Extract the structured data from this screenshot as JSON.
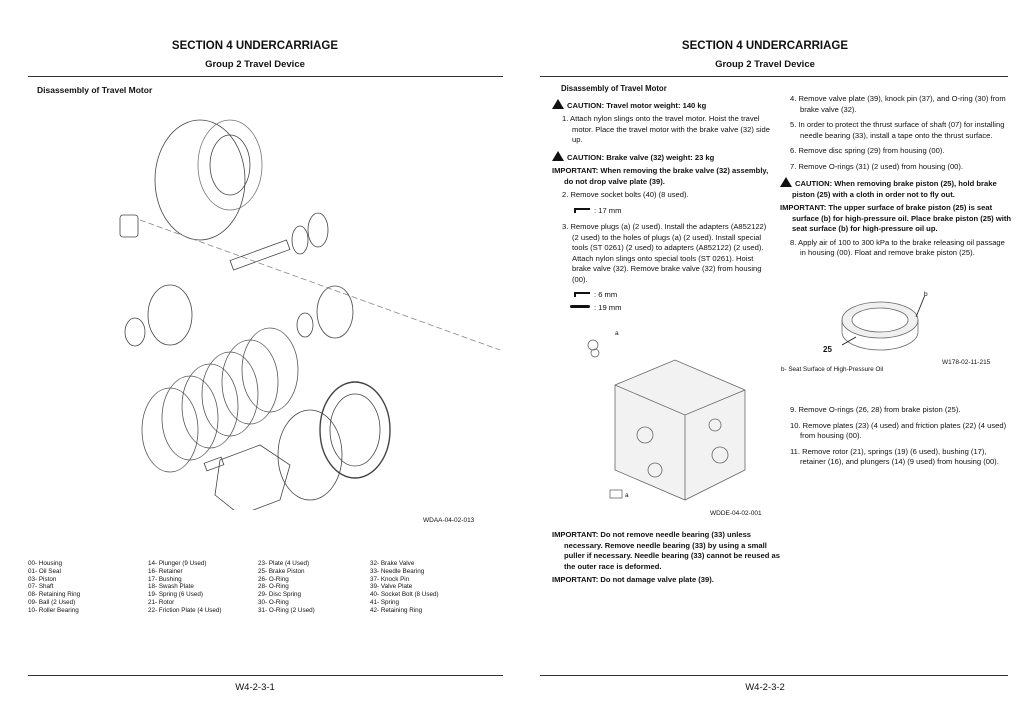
{
  "left_page": {
    "section": "SECTION 4 UNDERCARRIAGE",
    "group": "Group 2 Travel Device",
    "heading": "Disassembly of Travel Motor",
    "figure_id": "WDAA-04-02-013",
    "legend": [
      [
        "00- Housing",
        "01- Oil Seal",
        "03- Piston",
        "07- Shaft",
        "08- Retaining Ring",
        "09- Ball (2 Used)",
        "10- Roller Bearing"
      ],
      [
        "14- Plunger (9 Used)",
        "16- Retainer",
        "17- Bushing",
        "18- Swash Plate",
        "19- Spring (6 Used)",
        "21- Rotor",
        "22- Friction Plate (4 Used)"
      ],
      [
        "23- Plate (4 Used)",
        "25- Brake Piston",
        "26- O-Ring",
        "28- O-Ring",
        "29- Disc Spring",
        "30- O-Ring",
        "31- O-Ring (2 Used)"
      ],
      [
        "32- Brake Valve",
        "33- Needle Bearing",
        "37- Knock Pin",
        "39- Valve Plate",
        "40- Socket Bolt (8 Used)",
        "41- Spring",
        "42- Retaining Ring"
      ]
    ],
    "page_number": "W4-2-3-1"
  },
  "right_page": {
    "section": "SECTION 4 UNDERCARRIAGE",
    "group": "Group 2 Travel Device",
    "heading": "Disassembly of Travel Motor",
    "caution1": "CAUTION:    Travel motor weight: 140 kg",
    "step1": "1.  Attach nylon slings onto the travel motor. Hoist the travel motor. Place the travel motor with the brake valve (32) side up.",
    "caution2": "CAUTION:    Brake valve (32) weight: 23 kg",
    "important1": "IMPORTANT:    When removing the brake valve (32) assembly, do not drop valve plate (39).",
    "step2": "2.  Remove socket bolts (40) (8 used).",
    "tool1": ": 17 mm",
    "step3": "3.  Remove plugs (a) (2 used). Install the adapters (A852122) (2 used) to the holes of plugs (a) (2 used). Install special tools (ST 0261) (2 used) to adapters (A852122) (2 used). Attach nylon slings onto special tools (ST 0261). Hoist brake valve (32). Remove brake valve (32) from housing (00).",
    "tool2": ": 6 mm",
    "tool3": ": 19 mm",
    "callout_a": "a",
    "figure1_id": "WDDE-04-02-001",
    "important2": "IMPORTANT:    Do not remove needle bearing (33) unless necessary. Remove needle bearing (33) by using a small puller if necessary. Needle bearing (33) cannot be reused as the outer race is deformed.",
    "important3": "IMPORTANT:    Do not damage valve plate (39).",
    "step4": "4.  Remove valve plate (39), knock pin (37), and O-ring (30) from brake valve (32).",
    "step5": "5.  In order to protect the thrust surface of shaft (07) for installing needle bearing (33), install a tape onto the thrust surface.",
    "step6": "6.  Remove disc spring (29) from housing (00).",
    "step7": "7.  Remove O-rings (31) (2 used) from housing (00).",
    "caution3": "CAUTION:    When removing brake piston (25), hold brake piston (25) with a cloth in order not to fly out.",
    "important4": "IMPORTANT:    The upper surface of brake piston (25) is seat surface (b) for high-pressure oil. Place brake piston (25) with seat surface (b) for high-pressure oil up.",
    "step8": "8.  Apply air of 100 to 300 kPa to the brake releasing oil passage in housing (00). Float and remove brake piston (25).",
    "callout_b": "b",
    "callout_25": "25",
    "figure2_id": "W178-02-11-215",
    "figure2_legend": "b-    Seat Surface of High-Pressure Oil",
    "step9": "9.  Remove O-rings (26, 28) from brake piston (25).",
    "step10": "10.  Remove plates (23) (4 used) and friction plates (22) (4 used) from housing (00).",
    "step11": "11.  Remove rotor (21), springs (19) (6 used), bushing (17), retainer (16), and plungers (14) (9 used) from housing (00).",
    "page_number": "W4-2-3-2"
  }
}
